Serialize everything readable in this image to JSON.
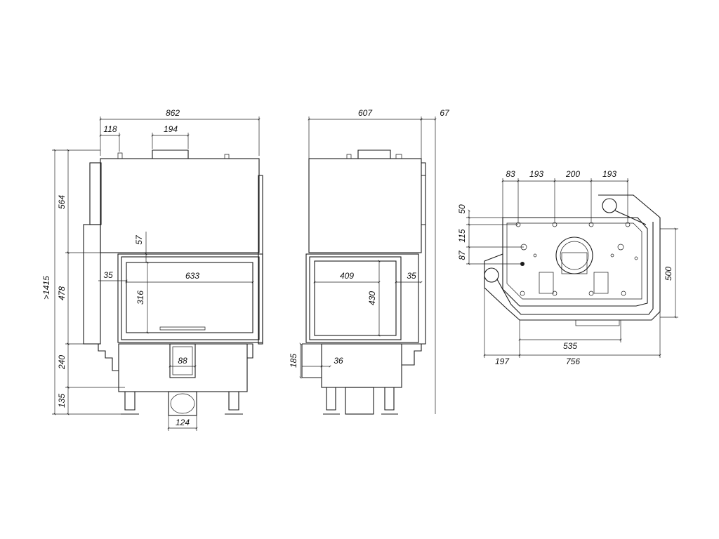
{
  "front_view": {
    "width_total": "862",
    "offset_left": "118",
    "top_outlet": "194",
    "height_upper": "564",
    "height_total": ">1415",
    "height_door": "478",
    "height_base": "240",
    "height_legs": "135",
    "glass_top_offset": "57",
    "glass_side_offset": "35",
    "glass_width": "633",
    "glass_height": "316",
    "air_inlet_width": "88",
    "flue_diameter": "124"
  },
  "side_view": {
    "depth": "607",
    "rear_offset": "67",
    "glass_width": "409",
    "glass_height": "430",
    "glass_side_offset": "35",
    "base_height": "185",
    "base_inset": "36"
  },
  "plan_view": {
    "offset_a": "83",
    "spacing_a": "193",
    "spacing_b": "200",
    "spacing_c": "193",
    "vert_a": "50",
    "vert_b": "115",
    "vert_c": "87",
    "right_depth": "500",
    "inner_width": "535",
    "left_offset": "197",
    "total_width": "756"
  }
}
